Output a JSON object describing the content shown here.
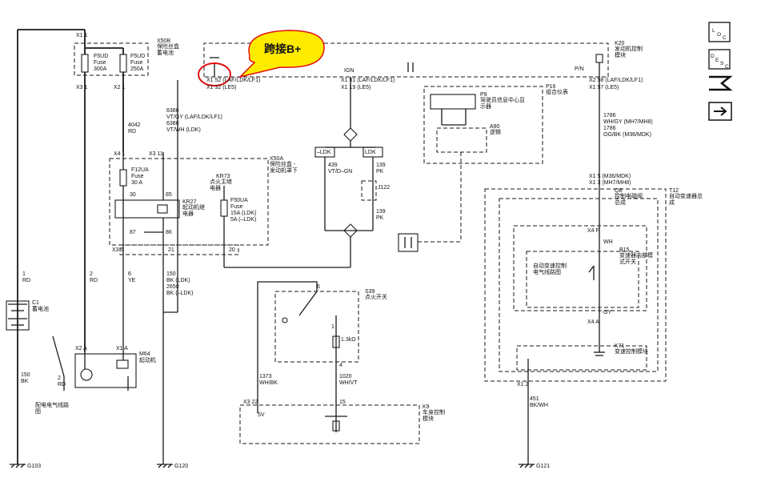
{
  "callout": {
    "text": "跨接B+",
    "color_fill": "#ffeb00",
    "color_circle": "#e01010"
  },
  "nav_icons": [
    {
      "name": "loc-icon",
      "label": "LOC"
    },
    {
      "name": "desc-icon",
      "label": "DESC"
    },
    {
      "name": "cross-reference-icon",
      "label": ""
    },
    {
      "name": "next-arrow-icon",
      "label": ""
    }
  ],
  "labels": {
    "x1_1": "X1  1",
    "x50b": "X50B",
    "x50b_desc": "保险丝盒\n蓄电池",
    "f5ud_300": "F5UD\nFuse\n300A",
    "f5ud_250": "F5UD\nFuse\n250A",
    "x3_1": "X3   1",
    "x2_1": "X2   1",
    "w4042": "4042\nRD",
    "x4_1": "X4   1",
    "x3_11": "X3   11",
    "x50a": "X50A",
    "x50a_desc": "保险丝盒 -\n发动机罩下",
    "f12ua": "F12UA\nFuse\n30 A",
    "p30": "30",
    "p85": "85",
    "kr27": "KR27",
    "kr27_desc": "起动机继\n电器",
    "kr73": "KR73",
    "kr73_desc": "点火主继\n电器",
    "f50ua": "F50UA\nFuse\n15A (LDK)\n5A (–LDK)",
    "p87": "87",
    "p86": "86",
    "x3_5": "X3   5",
    "p21": "21",
    "p20": "20",
    "wire_1rd": "1\nRD",
    "wire_2rd": "2\nRD",
    "wire_6ye": "6\nYE",
    "wire_150bk_ldk": "150\nBK (LDK)\n2650\nBK (–LDK)",
    "c1": "C1\n蓄电池",
    "x2_a": "X2  A",
    "x1_a": "X1  A",
    "m64": "M64\n起动机",
    "wire_150bk": "150\nBK",
    "wire_2rd_b": "2\nRD",
    "dist_note": "配电电气线路\n图",
    "g103": "G103",
    "g120": "G120",
    "x1_52": "X1  52 (LAF/LDK/LF1)",
    "x1_32": "X1  32 (LE5)",
    "wire_6386": "6386\nVT/GY (LAF/LDK/LF1)\n6386\nVT/WH (LDK)",
    "ign": "IGN",
    "x1_51": "X1  51 (LAF/LDK/LF1)",
    "x1_19": "X1  19 (LE5)",
    "ldk_minus": "–LDK",
    "ldk": "LDK",
    "wire_439": "439\nVT/D–GN",
    "wire_139": "139\nPK",
    "j122": "J122",
    "wire_139b": "139\nPK",
    "p16": "P16",
    "p16_desc": "组合仪表",
    "p9": "P9",
    "p9_desc": "驾驶员信息中心显\n示器",
    "a90": "A90",
    "a90_desc": "逻辑",
    "k20": "K20",
    "k20_desc": "发动机控制\n模块",
    "pn": "P/N",
    "x2_58": "X2  58 (LAF/LDK/LF1)",
    "x1_57": "X1  57 (LE5)",
    "wire_1786": "1786\nWH/GY (MH7/MH8)\n1786\nOG/BK (M36/MDK)",
    "x1_5": "X1  5 (M36/MDK)",
    "x1_3": "X1  3 (MH7/MH8)",
    "t12": "T12",
    "t12_desc": "自动变速器总\n成",
    "q8": "Q8",
    "q8_desc": "控制电磁阀\n总成",
    "x4_f": "X4  F",
    "wh": "WH",
    "b15": "B15",
    "b15_desc": "变速器内部模\n式开关",
    "auto_note": "自动变速控制\n电气线路图",
    "gy": "GY",
    "x4_a": "X4  A",
    "k71": "K71",
    "k71_desc": "变速控制模块",
    "x1_2": "X1  2",
    "wire_451": "451\nBK/WH",
    "g121": "G121",
    "s39": "S39",
    "s39_desc": "点火开关",
    "p6": "6",
    "r1": "1",
    "r_val": "1.3kΩ",
    "p4": "4",
    "wire_1373": "1373\nWH/BK",
    "wire_1020": "1020\nWH/VT",
    "x3_22": "X3  22",
    "p15": "15",
    "v5": "5V",
    "k9": "K9",
    "k9_desc": "车身控制\n模块"
  }
}
